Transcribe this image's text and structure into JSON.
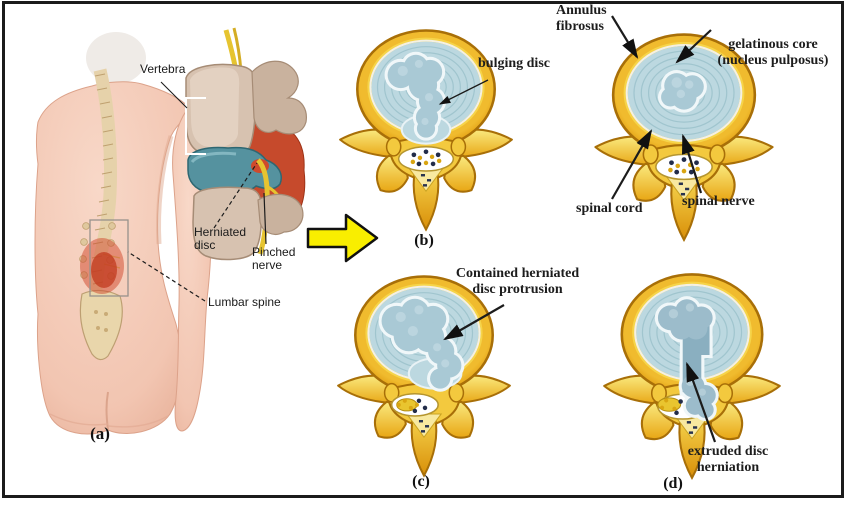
{
  "colors": {
    "frame": "#1b1b1b",
    "bone_gold": "#e8a614",
    "bone_light": "#f7df66",
    "disc_blue": "#bcd8e0",
    "nucleus_blue": "#a9c9d5",
    "skin": "#f2c5b1",
    "inflamed_red": "#c8502f",
    "nerve_yellow": "#e6c430",
    "disc_teal": "#55929f",
    "block_arrow_yellow": "#f9ee00",
    "label_text": "#1d1d1d"
  },
  "panel_a": {
    "letter": "(a)",
    "vertebra_label": "Vertebra",
    "herniated_disc_label": [
      "Herniated",
      "disc"
    ],
    "pinched_nerve_label": [
      "Pinched",
      "nerve"
    ],
    "lumbar_spine_label": "Lumbar spine"
  },
  "panel_b": {
    "letter": "(b)",
    "bulging_disc_label": "bulging disc"
  },
  "panel_normal": {
    "annulus_label": [
      "Annulus",
      "fibrosus"
    ],
    "core_label": [
      "gelatinous core",
      "(nucleus pulposus)"
    ],
    "cord_label": "spinal cord",
    "nerve_label": "spinal nerve"
  },
  "panel_c": {
    "letter": "(c)",
    "label": [
      "Contained herniated",
      "disc protrusion"
    ]
  },
  "panel_d": {
    "letter": "(d)",
    "label": [
      "extruded disc",
      "herniation"
    ]
  }
}
